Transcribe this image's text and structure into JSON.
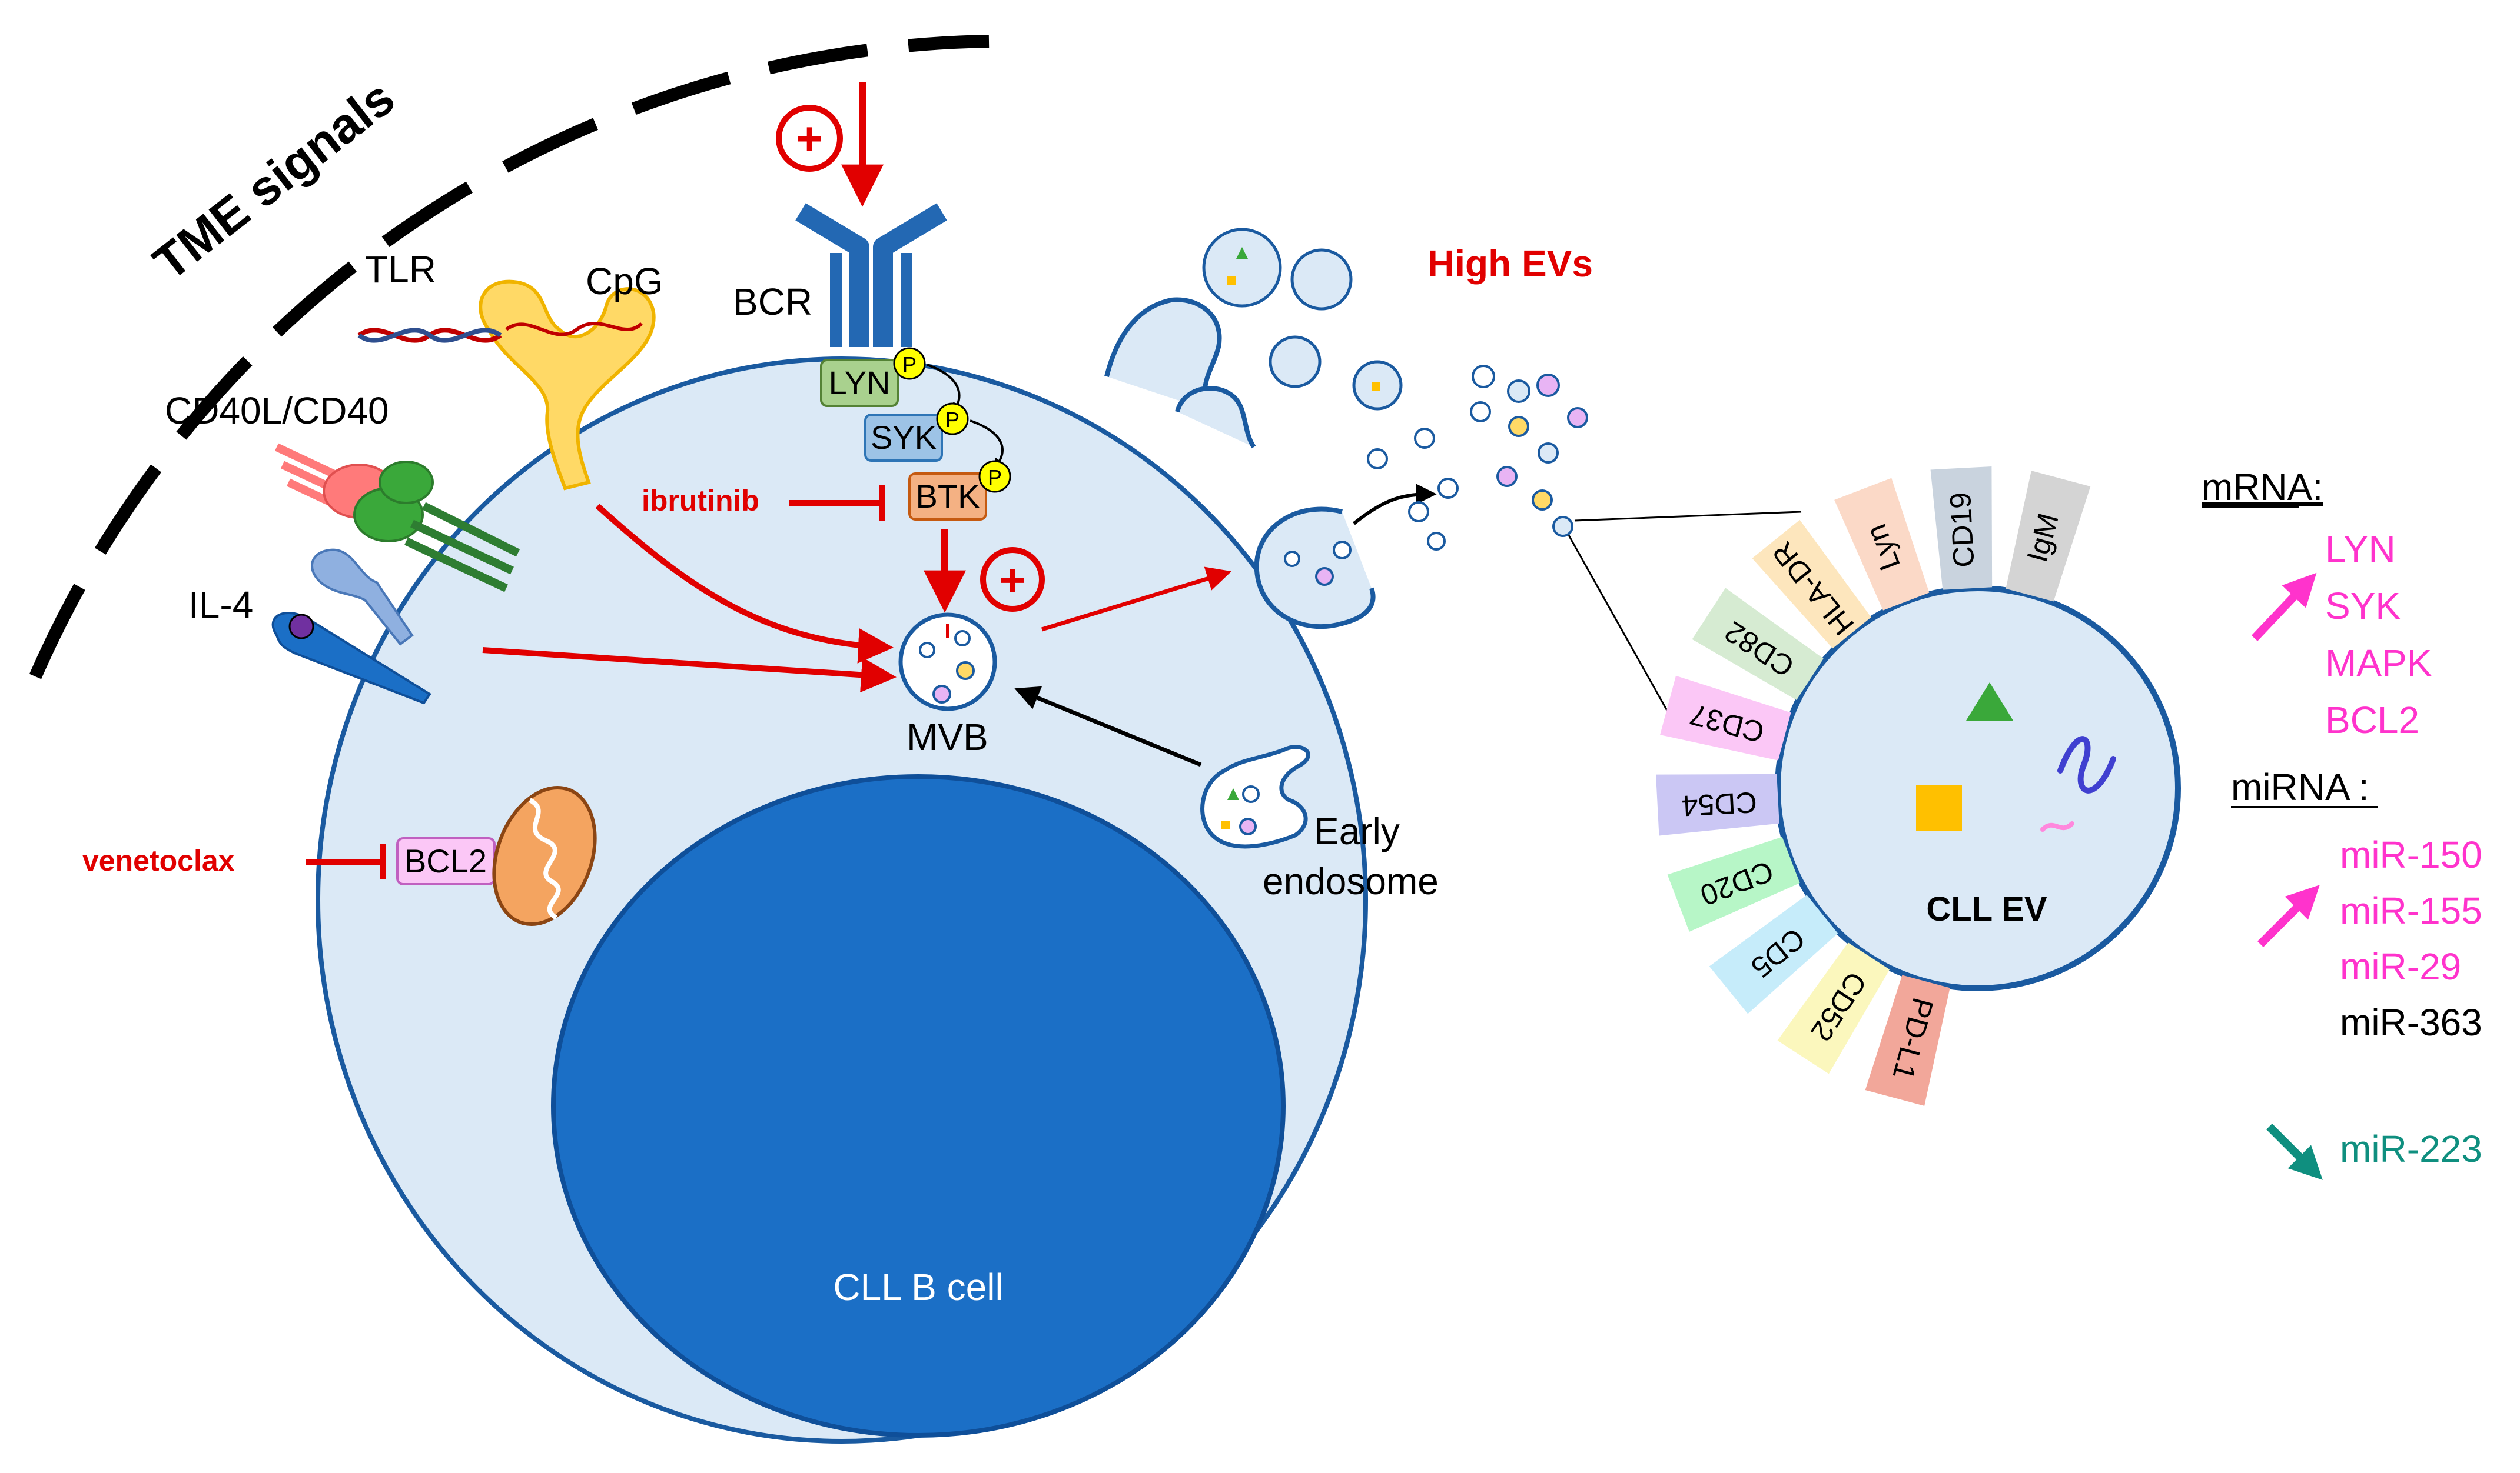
{
  "labels": {
    "tme_signals": "TME signals",
    "tlr": "TLR",
    "cpg": "CpG",
    "bcr": "BCR",
    "cd40": "CD40L/CD40",
    "il4": "IL-4",
    "high_evs": "High EVs",
    "ibrutinib": "ibrutinib",
    "venetoclax": "venetoclax",
    "mvb": "MVB",
    "early_endosome_1": "Early",
    "early_endosome_2": "endosome",
    "cell": "CLL B cell",
    "ev": "CLL EV",
    "plus": "+",
    "phospho": "P"
  },
  "kinases": {
    "lyn": "LYN",
    "syk": "SYK",
    "btk": "BTK",
    "bcl2": "BCL2"
  },
  "ev_markers": [
    {
      "label": "IgM",
      "color": "#d4d4d4"
    },
    {
      "label": "CD19",
      "color": "#c9d3de"
    },
    {
      "label": "Lyn",
      "color": "#fbd9c7"
    },
    {
      "label": "HLA-DR",
      "color": "#fde6bd"
    },
    {
      "label": "CD82",
      "color": "#d6ebd2"
    },
    {
      "label": "CD37",
      "color": "#fbc7f6"
    },
    {
      "label": "CD54",
      "color": "#cbc7f4"
    },
    {
      "label": "CD20",
      "color": "#b7f6c7"
    },
    {
      "label": "CD5",
      "color": "#c6ecfa"
    },
    {
      "label": "CD52",
      "color": "#fbf7bd"
    },
    {
      "label": "PD-L1",
      "color": "#f2a79a"
    }
  ],
  "mrna": {
    "title": "mRNA:",
    "items": [
      "LYN",
      "SYK",
      "MAPK",
      "BCL2"
    ],
    "color": "#ff33cc"
  },
  "mirna": {
    "title": "miRNA :",
    "up": [
      {
        "label": "miR-150",
        "color": "#ff33cc"
      },
      {
        "label": "miR-155",
        "color": "#ff33cc"
      },
      {
        "label": "miR-29",
        "color": "#ff33cc"
      },
      {
        "label": "miR-363",
        "color": "#000000"
      }
    ],
    "down": [
      {
        "label": "miR-223",
        "color": "#0f8f7f"
      }
    ]
  },
  "colors": {
    "cell_fill": "#dbe9f6",
    "cell_stroke": "#1a5aa0",
    "nucleus": "#1b6fc6",
    "inhibit_red": "#e10000"
  }
}
